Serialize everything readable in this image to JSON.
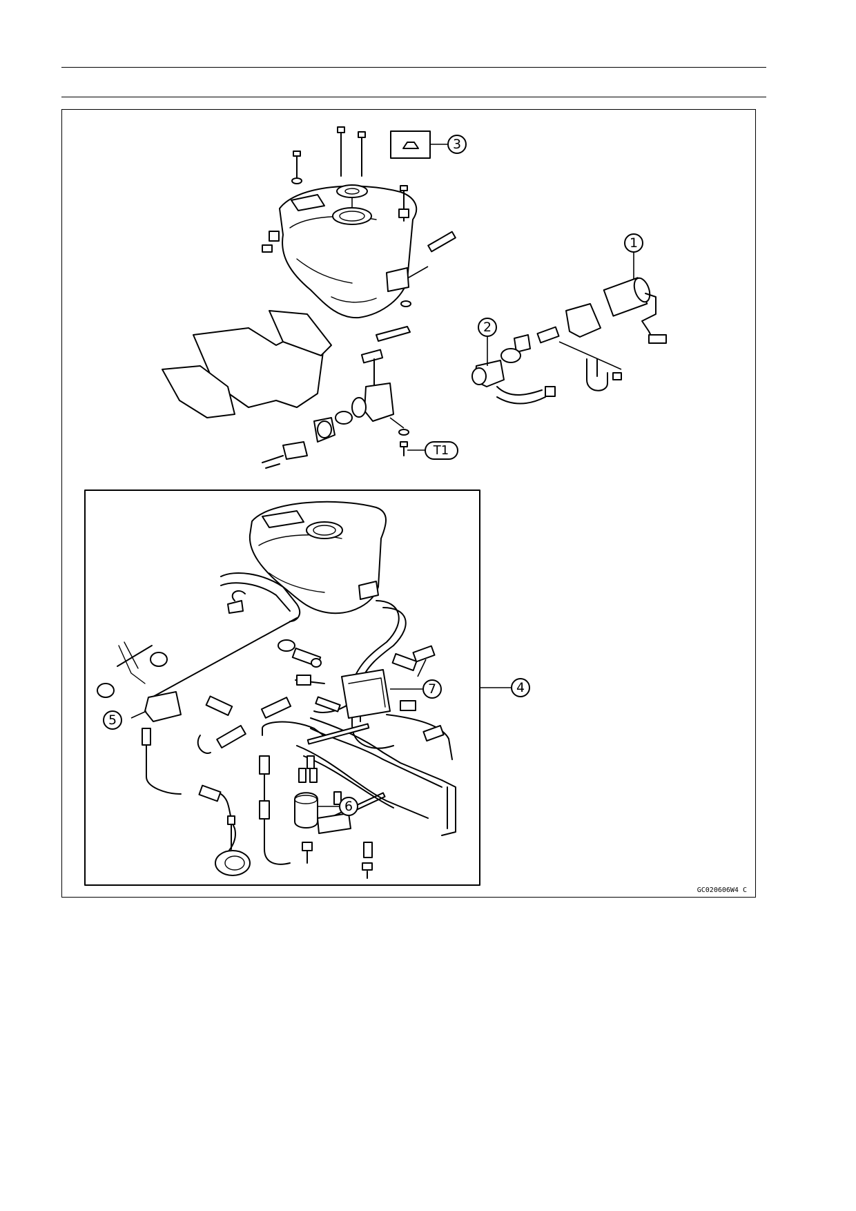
{
  "callouts": {
    "c1": "1",
    "c2": "2",
    "c3": "3",
    "c4": "4",
    "c5": "5",
    "c6": "6",
    "c7": "7",
    "t1": "T1"
  },
  "figure_code": "GC020606W4 C"
}
